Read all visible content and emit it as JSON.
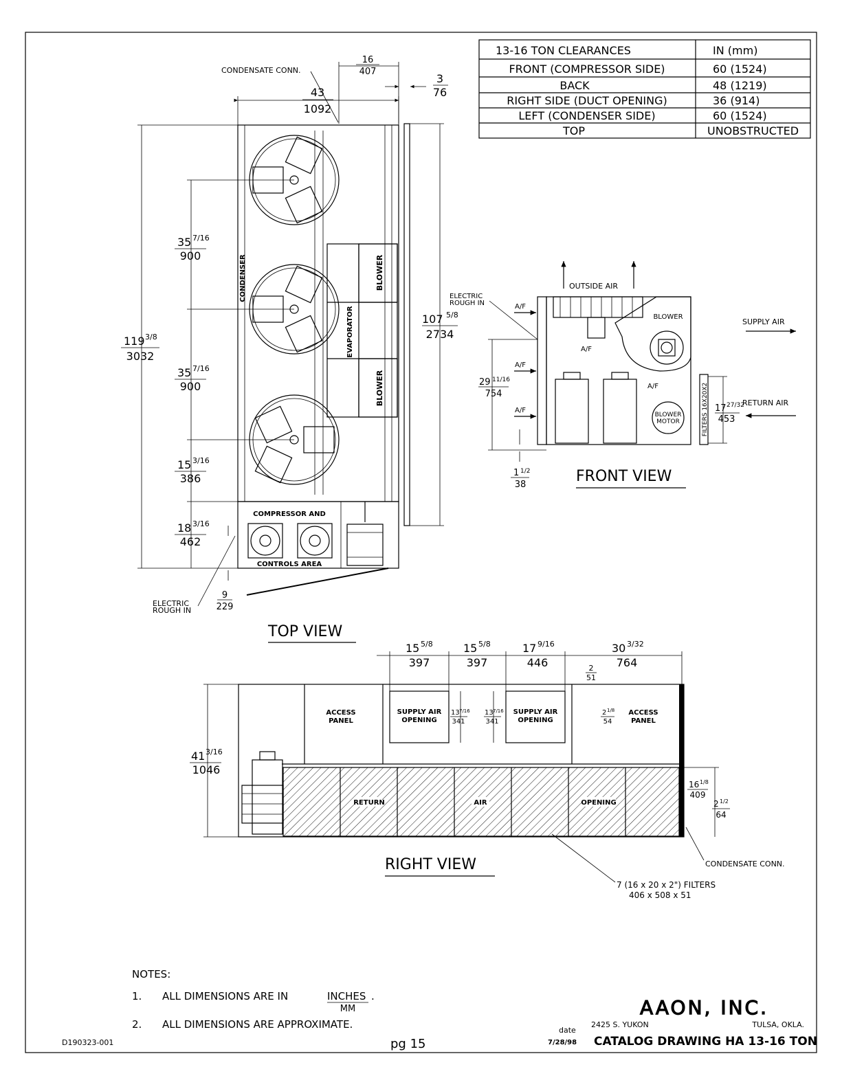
{
  "clearances": {
    "header": [
      "13-16 TON CLEARANCES",
      "IN   (mm)"
    ],
    "rows": [
      [
        "FRONT (COMPRESSOR SIDE)",
        "60   (1524)"
      ],
      [
        "BACK",
        "48   (1219)"
      ],
      [
        "RIGHT SIDE (DUCT OPENING)",
        "36   (914)"
      ],
      [
        "LEFT (CONDENSER SIDE)",
        "60   (1524)"
      ],
      [
        "TOP",
        "UNOBSTRUCTED"
      ]
    ]
  },
  "top_view": {
    "title": "TOP VIEW",
    "condensate_conn": "CONDENSATE CONN.",
    "electric_rough_in_1": "ELECTRIC",
    "electric_rough_in_2": "ROUGH IN",
    "condenser": "CONDENSER",
    "evaporator": "EVAPORATOR",
    "blower_1": "BLOWER",
    "blower_2": "BLOWER",
    "compressor_1": "COMPRESSOR AND",
    "compressor_2": "CONTROLS AREA",
    "dims": {
      "w43": "43",
      "w1092": "1092",
      "w16": "16",
      "w407": "407",
      "w3": "3",
      "w76": "76",
      "h119": "119",
      "h119f": "3/8",
      "h3032": "3032",
      "h107": "107",
      "h107f": "5/8",
      "h2734": "2734",
      "a35": "35",
      "a35f": "7/16",
      "a900": "900",
      "b35": "35",
      "b35f": "7/16",
      "b900": "900",
      "c15": "15",
      "c15f": "3/16",
      "c386": "386",
      "d18": "18",
      "d18f": "3/16",
      "d462": "462",
      "e9": "9",
      "e229": "229"
    }
  },
  "front_view": {
    "title": "FRONT VIEW",
    "outside_air": "OUTSIDE AIR",
    "supply_air": "SUPPLY AIR",
    "return_air": "RETURN AIR",
    "blower": "BLOWER",
    "blower_motor_1": "BLOWER",
    "blower_motor_2": "MOTOR",
    "filters": "FILTERS 16X20X2",
    "af1": "A/F",
    "af2": "A/F",
    "af3": "A/F",
    "af4": "A/F",
    "af5": "A/F",
    "electric_1": "ELECTRIC",
    "electric_2": "ROUGH IN",
    "dims": {
      "h29": "29",
      "h29f": "11/16",
      "h754": "754",
      "h1": "1",
      "h1f": "1/2",
      "h38": "38",
      "h17": "17",
      "h17f": "27/32",
      "h453": "453"
    }
  },
  "right_view": {
    "title": "RIGHT VIEW",
    "access_panel_l1": "ACCESS",
    "access_panel_l2": "PANEL",
    "access_panel_r1": "ACCESS",
    "access_panel_r2": "PANEL",
    "supply1_l1": "SUPPLY AIR",
    "supply1_l2": "OPENING",
    "supply2_l1": "SUPPLY AIR",
    "supply2_l2": "OPENING",
    "return": "RETURN",
    "air": "AIR",
    "opening": "OPENING",
    "condensate_conn": "CONDENSATE CONN.",
    "filters_1": "7 (16 x 20 x 2\")  FILTERS",
    "filters_2": "406 x 508 x 51",
    "dims": {
      "a15": "15",
      "a15f": "5/8",
      "a397": "397",
      "b15": "15",
      "b15f": "5/8",
      "b397": "397",
      "c17": "17",
      "c17f": "9/16",
      "c446": "446",
      "d30": "30",
      "d30f": "3/32",
      "d764": "764",
      "e2": "2",
      "e51": "51",
      "h41": "41",
      "h41f": "3/16",
      "h1046": "1046",
      "s13a": "13",
      "s13af": "7/16",
      "s341a": "341",
      "s13b": "13",
      "s13bf": "7/16",
      "s341b": "341",
      "p2": "2",
      "p2f": "1/8",
      "p54": "54",
      "r16": "16",
      "r16f": "1/8",
      "r409": "409",
      "q2": "2",
      "q2f": "1/2",
      "q64": "64"
    }
  },
  "notes": {
    "title": "NOTES:",
    "n1_num": "1.",
    "n1_text": "ALL DIMENSIONS ARE IN",
    "n1_inches": "INCHES",
    "n1_dot": ".",
    "n1_mm": "MM",
    "n2_num": "2.",
    "n2_text": "ALL DIMENSIONS ARE APPROXIMATE."
  },
  "title_block": {
    "company": "AAON, INC.",
    "address": "2425 S. YUKON",
    "city": "TULSA, OKLA.",
    "date_label": "date",
    "date": "7/28/98",
    "drawing": "CATALOG DRAWING HA 13-16 TON"
  },
  "footer": {
    "doc_id": "D190323-001",
    "page": "pg 15"
  }
}
